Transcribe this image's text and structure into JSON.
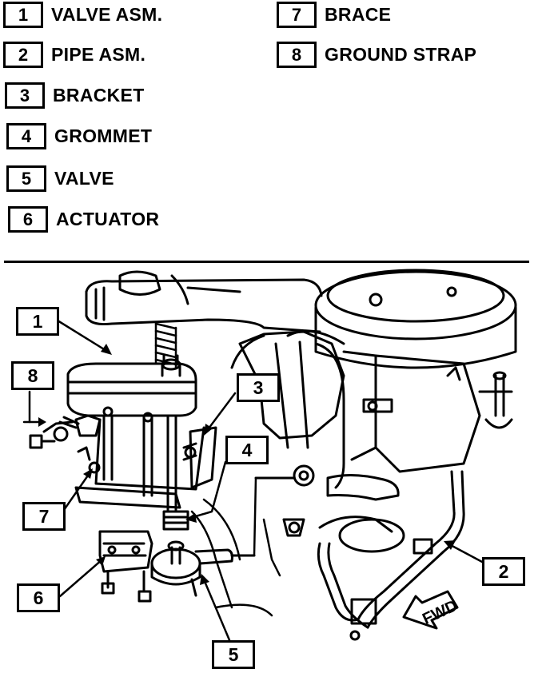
{
  "legend": [
    {
      "number": "1",
      "label": "VALVE ASM."
    },
    {
      "number": "2",
      "label": "PIPE ASM."
    },
    {
      "number": "3",
      "label": "BRACKET"
    },
    {
      "number": "4",
      "label": "GROMMET"
    },
    {
      "number": "5",
      "label": "VALVE"
    },
    {
      "number": "6",
      "label": "ACTUATOR"
    },
    {
      "number": "7",
      "label": "BRACE"
    },
    {
      "number": "8",
      "label": "GROUND STRAP"
    }
  ],
  "callouts": {
    "c1": "1",
    "c2": "2",
    "c3": "3",
    "c4": "4",
    "c5": "5",
    "c6": "6",
    "c7": "7",
    "c8": "8"
  },
  "fwd_label": "FWD"
}
